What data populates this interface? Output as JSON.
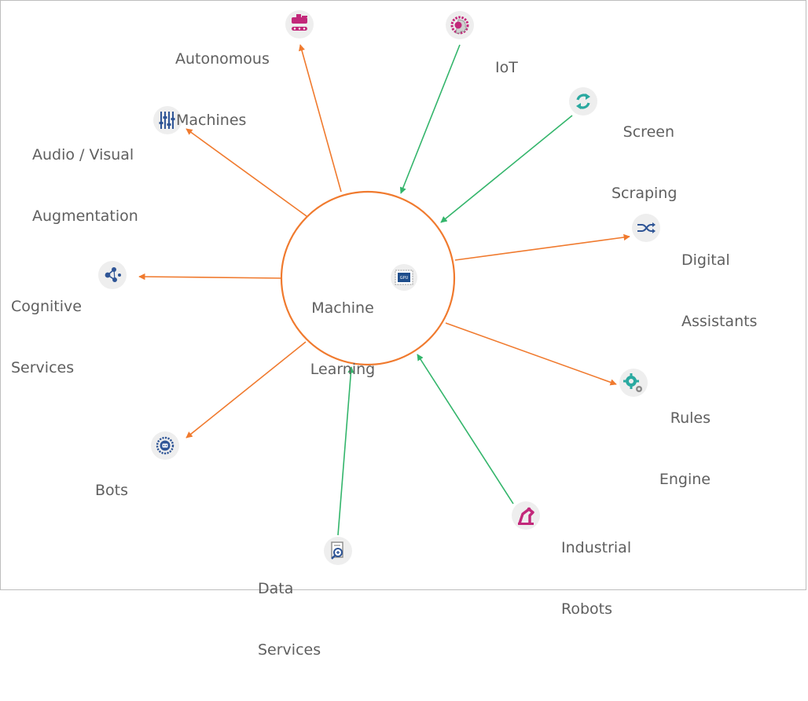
{
  "colors": {
    "outbound": "#f07a2e",
    "inbound": "#33b56b",
    "circle": "#f07a2e",
    "icon_bg": "#eeeeee",
    "text": "#5f5f5f"
  },
  "center": {
    "label_line1": "Machine",
    "label_line2": "Learning",
    "icon": "gpu-chip-icon",
    "icon_text": "GPU"
  },
  "nodes": [
    {
      "id": "autonomous-machines",
      "line1": "Autonomous",
      "line2": "Machines",
      "icon": "machine-robot-icon",
      "direction": "outbound"
    },
    {
      "id": "iot",
      "line1": "IoT",
      "line2": "",
      "icon": "ai-head-icon",
      "direction": "inbound"
    },
    {
      "id": "screen-scraping",
      "line1": "Screen",
      "line2": "Scraping",
      "icon": "refresh-icon",
      "direction": "inbound"
    },
    {
      "id": "digital-assistants",
      "line1": "Digital",
      "line2": "Assistants",
      "icon": "shuffle-icon",
      "direction": "outbound"
    },
    {
      "id": "rules-engine",
      "line1": "Rules",
      "line2": "Engine",
      "icon": "gears-icon",
      "direction": "outbound"
    },
    {
      "id": "industrial-robots",
      "line1": "Industrial",
      "line2": "Robots",
      "icon": "robot-arm-icon",
      "direction": "inbound"
    },
    {
      "id": "data-services",
      "line1": "Data",
      "line2": "Services",
      "icon": "data-search-icon",
      "direction": "inbound"
    },
    {
      "id": "bots",
      "line1": "Bots",
      "line2": "",
      "icon": "bot-badge-icon",
      "direction": "outbound"
    },
    {
      "id": "cognitive-services",
      "line1": "Cognitive",
      "line2": "Services",
      "icon": "network-nodes-icon",
      "direction": "outbound"
    },
    {
      "id": "audio-visual-augmentation",
      "line1": "Audio / Visual",
      "line2": "Augmentation",
      "icon": "sliders-icon",
      "direction": "outbound"
    }
  ]
}
